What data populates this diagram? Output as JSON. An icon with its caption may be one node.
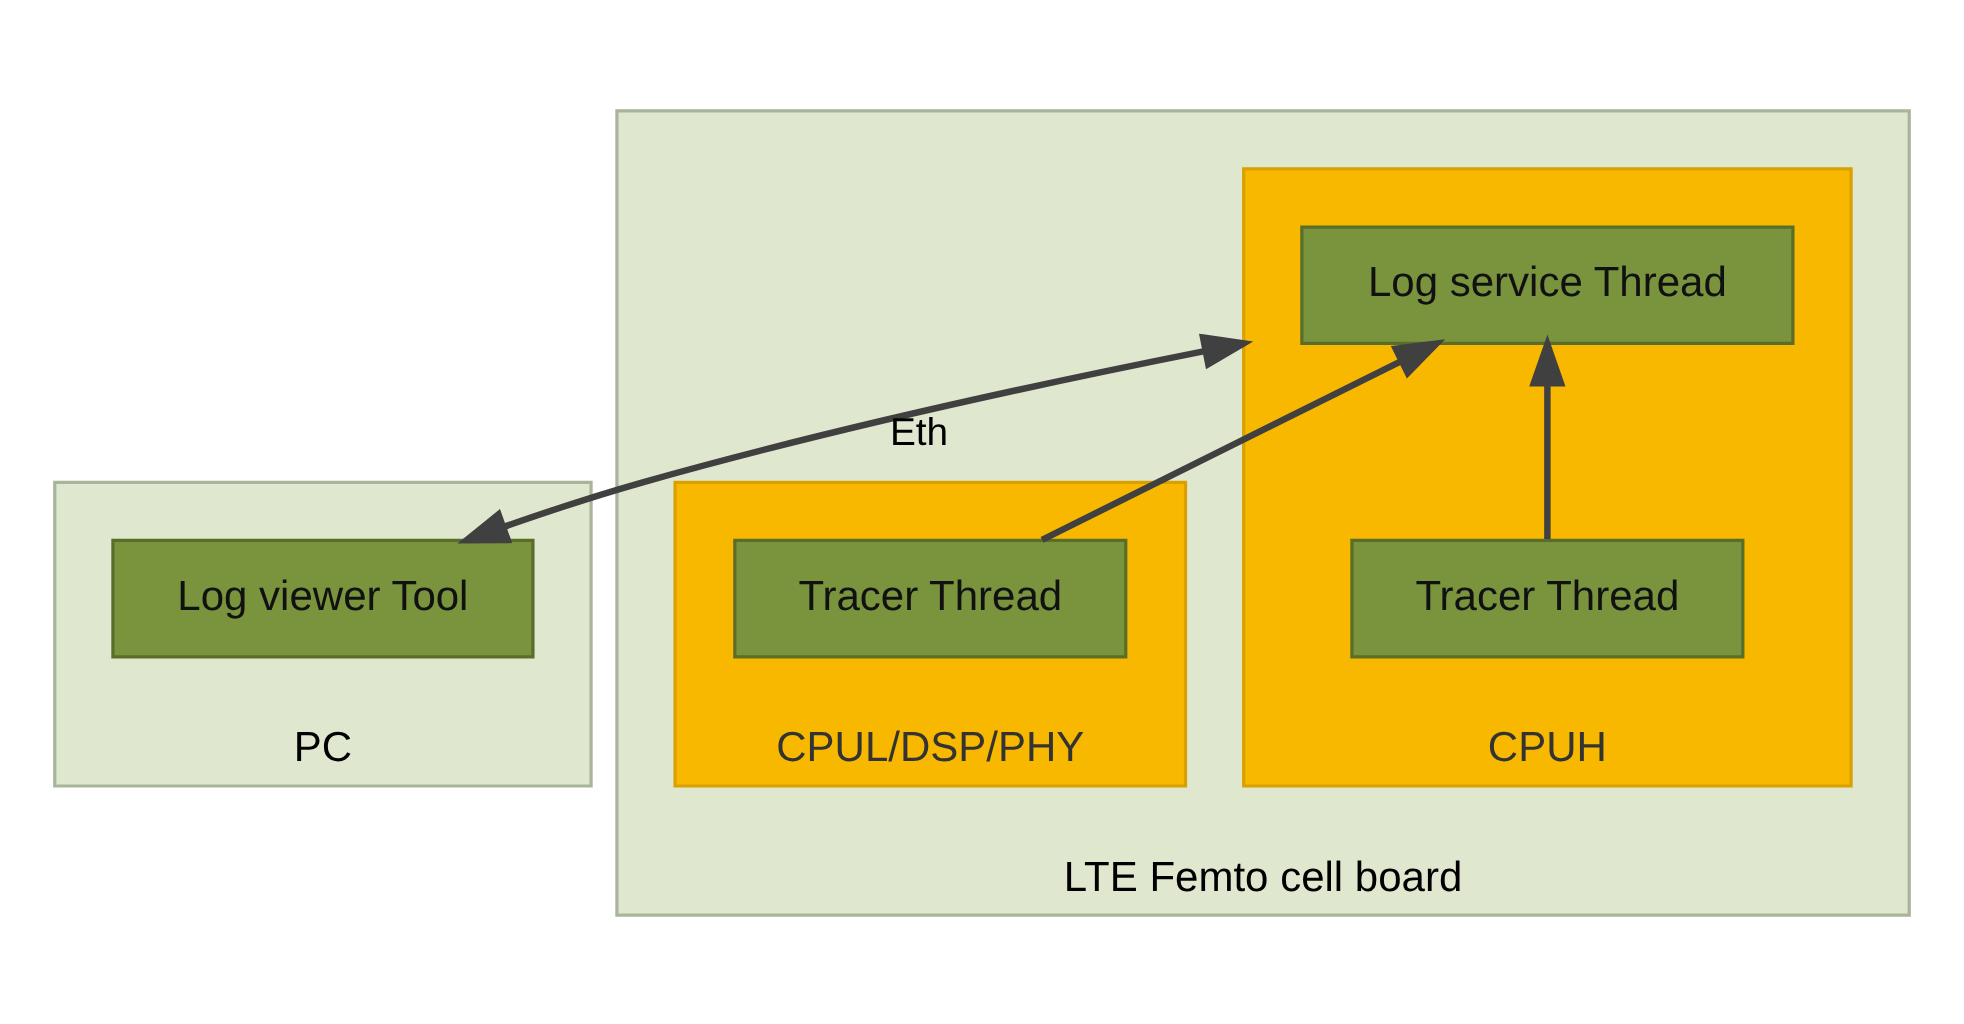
{
  "diagram": {
    "nodes": [
      {
        "text": [
          "PC"
        ]
      },
      {
        "text": [
          "Log viewer Tool"
        ],
        "in": 0
      },
      {
        "text": [
          "LTE Femto cell board"
        ]
      },
      {
        "text": [
          "CPUH"
        ],
        "in": 2
      },
      {
        "text": [
          "Log service Thread"
        ],
        "in": 3
      },
      {
        "text": [
          "Tracer Thread"
        ],
        "in": 3
      },
      {
        "text": [
          "CPUL/DSP/PHY"
        ],
        "in": 2
      },
      {
        "text": [
          "Tracer Thread"
        ],
        "in": 6
      }
    ],
    "edges": [
      {
        "from": 1,
        "to": 3,
        "arrow": "both",
        "label": "Eth"
      },
      {
        "from": 5,
        "to": 4,
        "arrow": "to"
      },
      {
        "from": 7,
        "to": 4,
        "arrow": "to"
      }
    ]
  }
}
